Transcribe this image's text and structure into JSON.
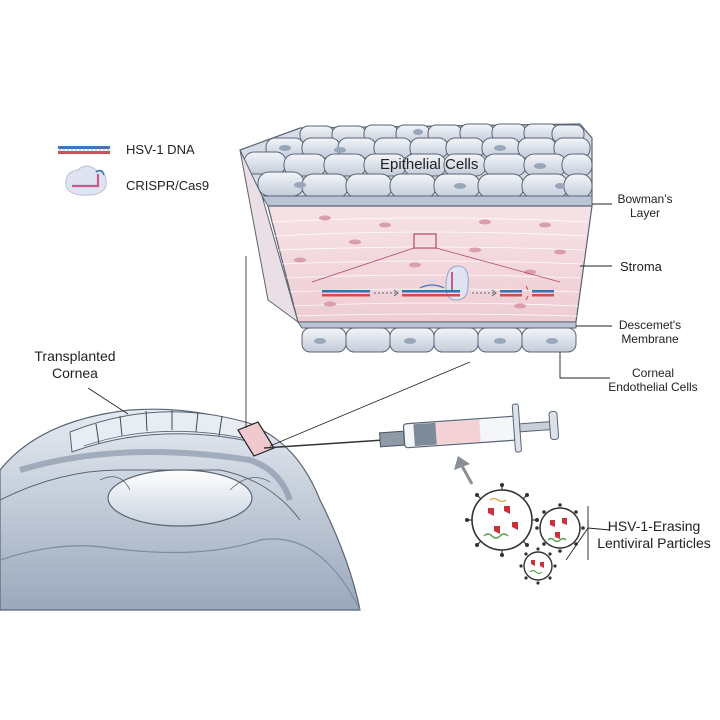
{
  "legend": {
    "dna_label": "HSV-1 DNA",
    "crispr_label": "CRISPR/Cas9"
  },
  "labels": {
    "epithelial": "Epithelial Cells",
    "bowmans": [
      "Bowman's",
      "Layer"
    ],
    "stroma": "Stroma",
    "descemets": [
      "Descemet's",
      "Membrane"
    ],
    "endothelial": [
      "Corneal",
      "Endothelial Cells"
    ],
    "transplanted": [
      "Transplanted",
      "Cornea"
    ],
    "particles": [
      "HSV-1-Erasing",
      "Lentiviral Particles"
    ]
  },
  "colors": {
    "outline": "#5a6472",
    "cell_fill": "#d4dbe6",
    "cell_light": "#eef1f6",
    "stroma_fill": "#f3d9de",
    "stroma_line": "#ffffff",
    "dna_blue": "#3a6fb5",
    "dna_red": "#d84a4a",
    "eye_blue": "#c7d2e0",
    "eye_dark": "#8a98ac",
    "virus_red": "#c8323c",
    "virus_green": "#5aa04a",
    "crispr_fill": "#dfe3f2"
  }
}
